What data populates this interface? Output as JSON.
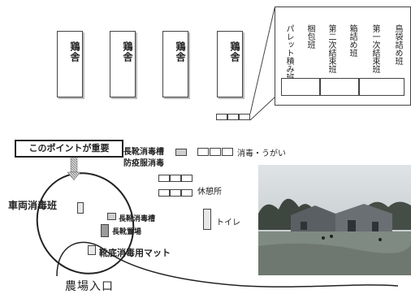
{
  "coops": [
    "鶏舎",
    "鶏舎",
    "鶏舎",
    "鶏舎"
  ],
  "work_panel": {
    "teams": [
      "鳥袋詰め班",
      "第一次結束班",
      "箱詰め班",
      "第二次結束班",
      "梱包班",
      "パレット積み班"
    ]
  },
  "callout": {
    "text": "このポイントが重要"
  },
  "labels": {
    "disinfect_top_1": "長靴消毒槽",
    "disinfect_top_2": "防疫服消毒",
    "wash": "消毒・うがい",
    "rest": "休憩所",
    "toilet": "トイレ",
    "vehicle_team": "車両消毒班",
    "boot_bath": "長靴消毒槽",
    "boot_storage": "長靴置場",
    "mat": "靴底消毒用マット",
    "entrance": "農場入口"
  },
  "photo": {
    "alt": "farm-site-photo"
  },
  "colors": {
    "ink": "#222222",
    "box_gray": "#cfcfcf",
    "arrow_hatch": "#777777"
  }
}
